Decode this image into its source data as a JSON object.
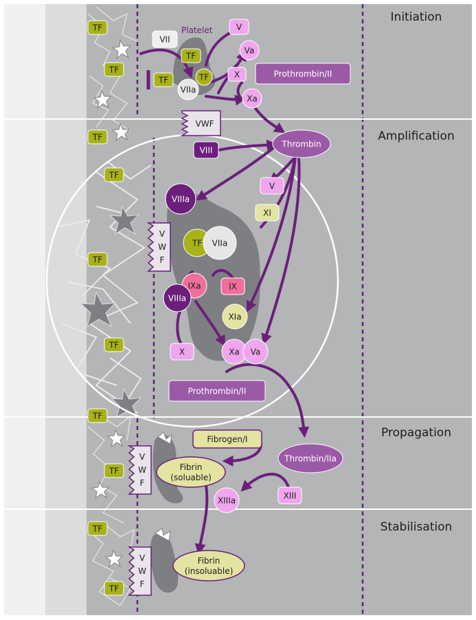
{
  "stages": [
    {
      "label": "Initiation"
    },
    {
      "label": "Amplification"
    },
    {
      "label": "Propagation"
    },
    {
      "label": "Stabilisation"
    }
  ],
  "labels": {
    "platelet": "Platelet",
    "vwf_box": "VWF",
    "vwf_v": "V",
    "vwf_w": "W",
    "vwf_f": "F"
  },
  "factors": {
    "tf": "TF",
    "vii": "VII",
    "viia": "VIIa",
    "v": "V",
    "va": "Va",
    "x": "X",
    "xa": "Xa",
    "prothrombin": "Prothrombin/II",
    "thrombin": "Thrombin",
    "viii": "VIII",
    "viiia": "VIIIa",
    "xi": "XI",
    "xia": "XIa",
    "ix": "IX",
    "ixa": "IXa",
    "fibrinogen": "Fibrogen/I",
    "thrombin_iia": "Thrombin/IIa",
    "xiii": "XIII",
    "xiiia": "XIIIa",
    "fibrin_sol_1": "Fibrin",
    "fibrin_sol_2": "(soluable)",
    "fibrin_insol_1": "Fibrin",
    "fibrin_insol_2": "(insoluable)"
  },
  "colors": {
    "purple_dark": "#6b1f7a",
    "purple_mid": "#9b5aa6",
    "pink_light": "#f0a6ee",
    "pink_hot": "#ee6f9c",
    "olive": "#a8b219",
    "olive_light": "#e3e3a2",
    "grey_panel": "#b3b5b7",
    "grey_platelet": "#7e7f82"
  }
}
